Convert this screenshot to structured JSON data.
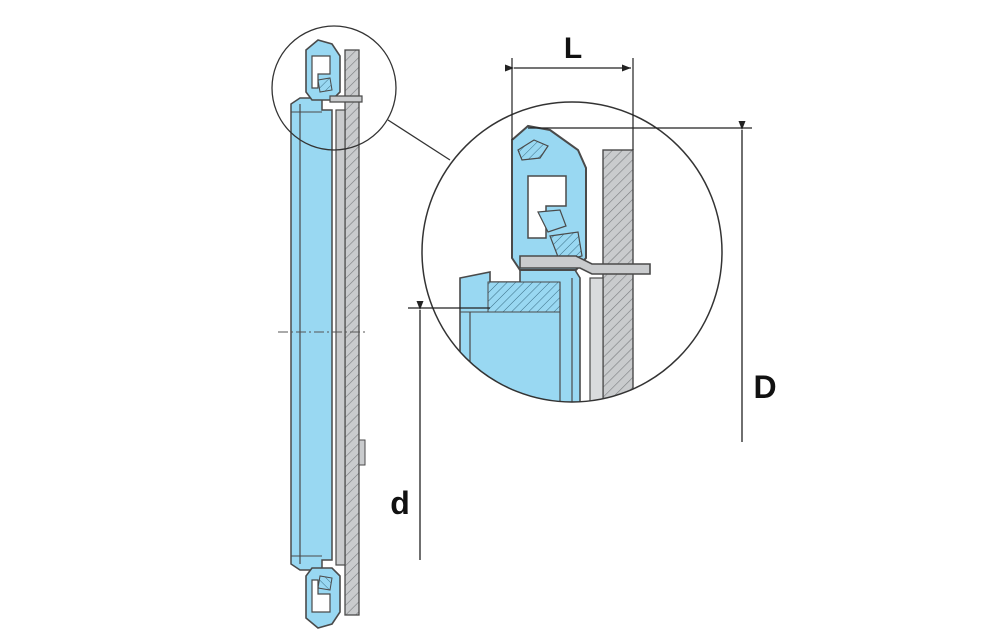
{
  "diagram": {
    "labels": {
      "L": "L",
      "D": "D",
      "d": "d"
    },
    "colors": {
      "fill": "#99d8f2",
      "shade": "#c9cbcd",
      "shade_dark": "#a8abae",
      "outline": "#4a4a4a",
      "line": "#222222",
      "background": "#ffffff"
    }
  }
}
